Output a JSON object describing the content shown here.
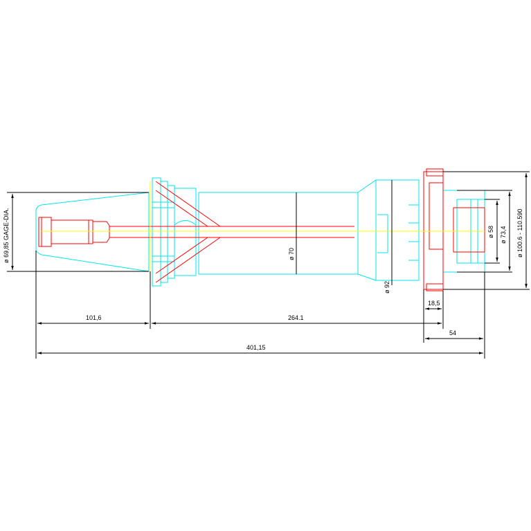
{
  "drawing": {
    "colors": {
      "body_outline": "#00e5ee",
      "insert_outline": "#ff0000",
      "centerline": "#ffff00",
      "dimension": "#000000"
    },
    "labels": {
      "gage_dia": "ø 69,85   GAGE-DIA.",
      "dia_70": "ø 70",
      "dia_92": "ø 92",
      "dia_58": "ø 58",
      "dia_73_4": "ø 73,4",
      "dia_100_6": "ø 100.6 - 110.590",
      "len_101_6": "101,6",
      "len_264_1": "264.1",
      "len_18_5": "18,5",
      "len_54": "54",
      "len_401_15": "401,15"
    }
  }
}
